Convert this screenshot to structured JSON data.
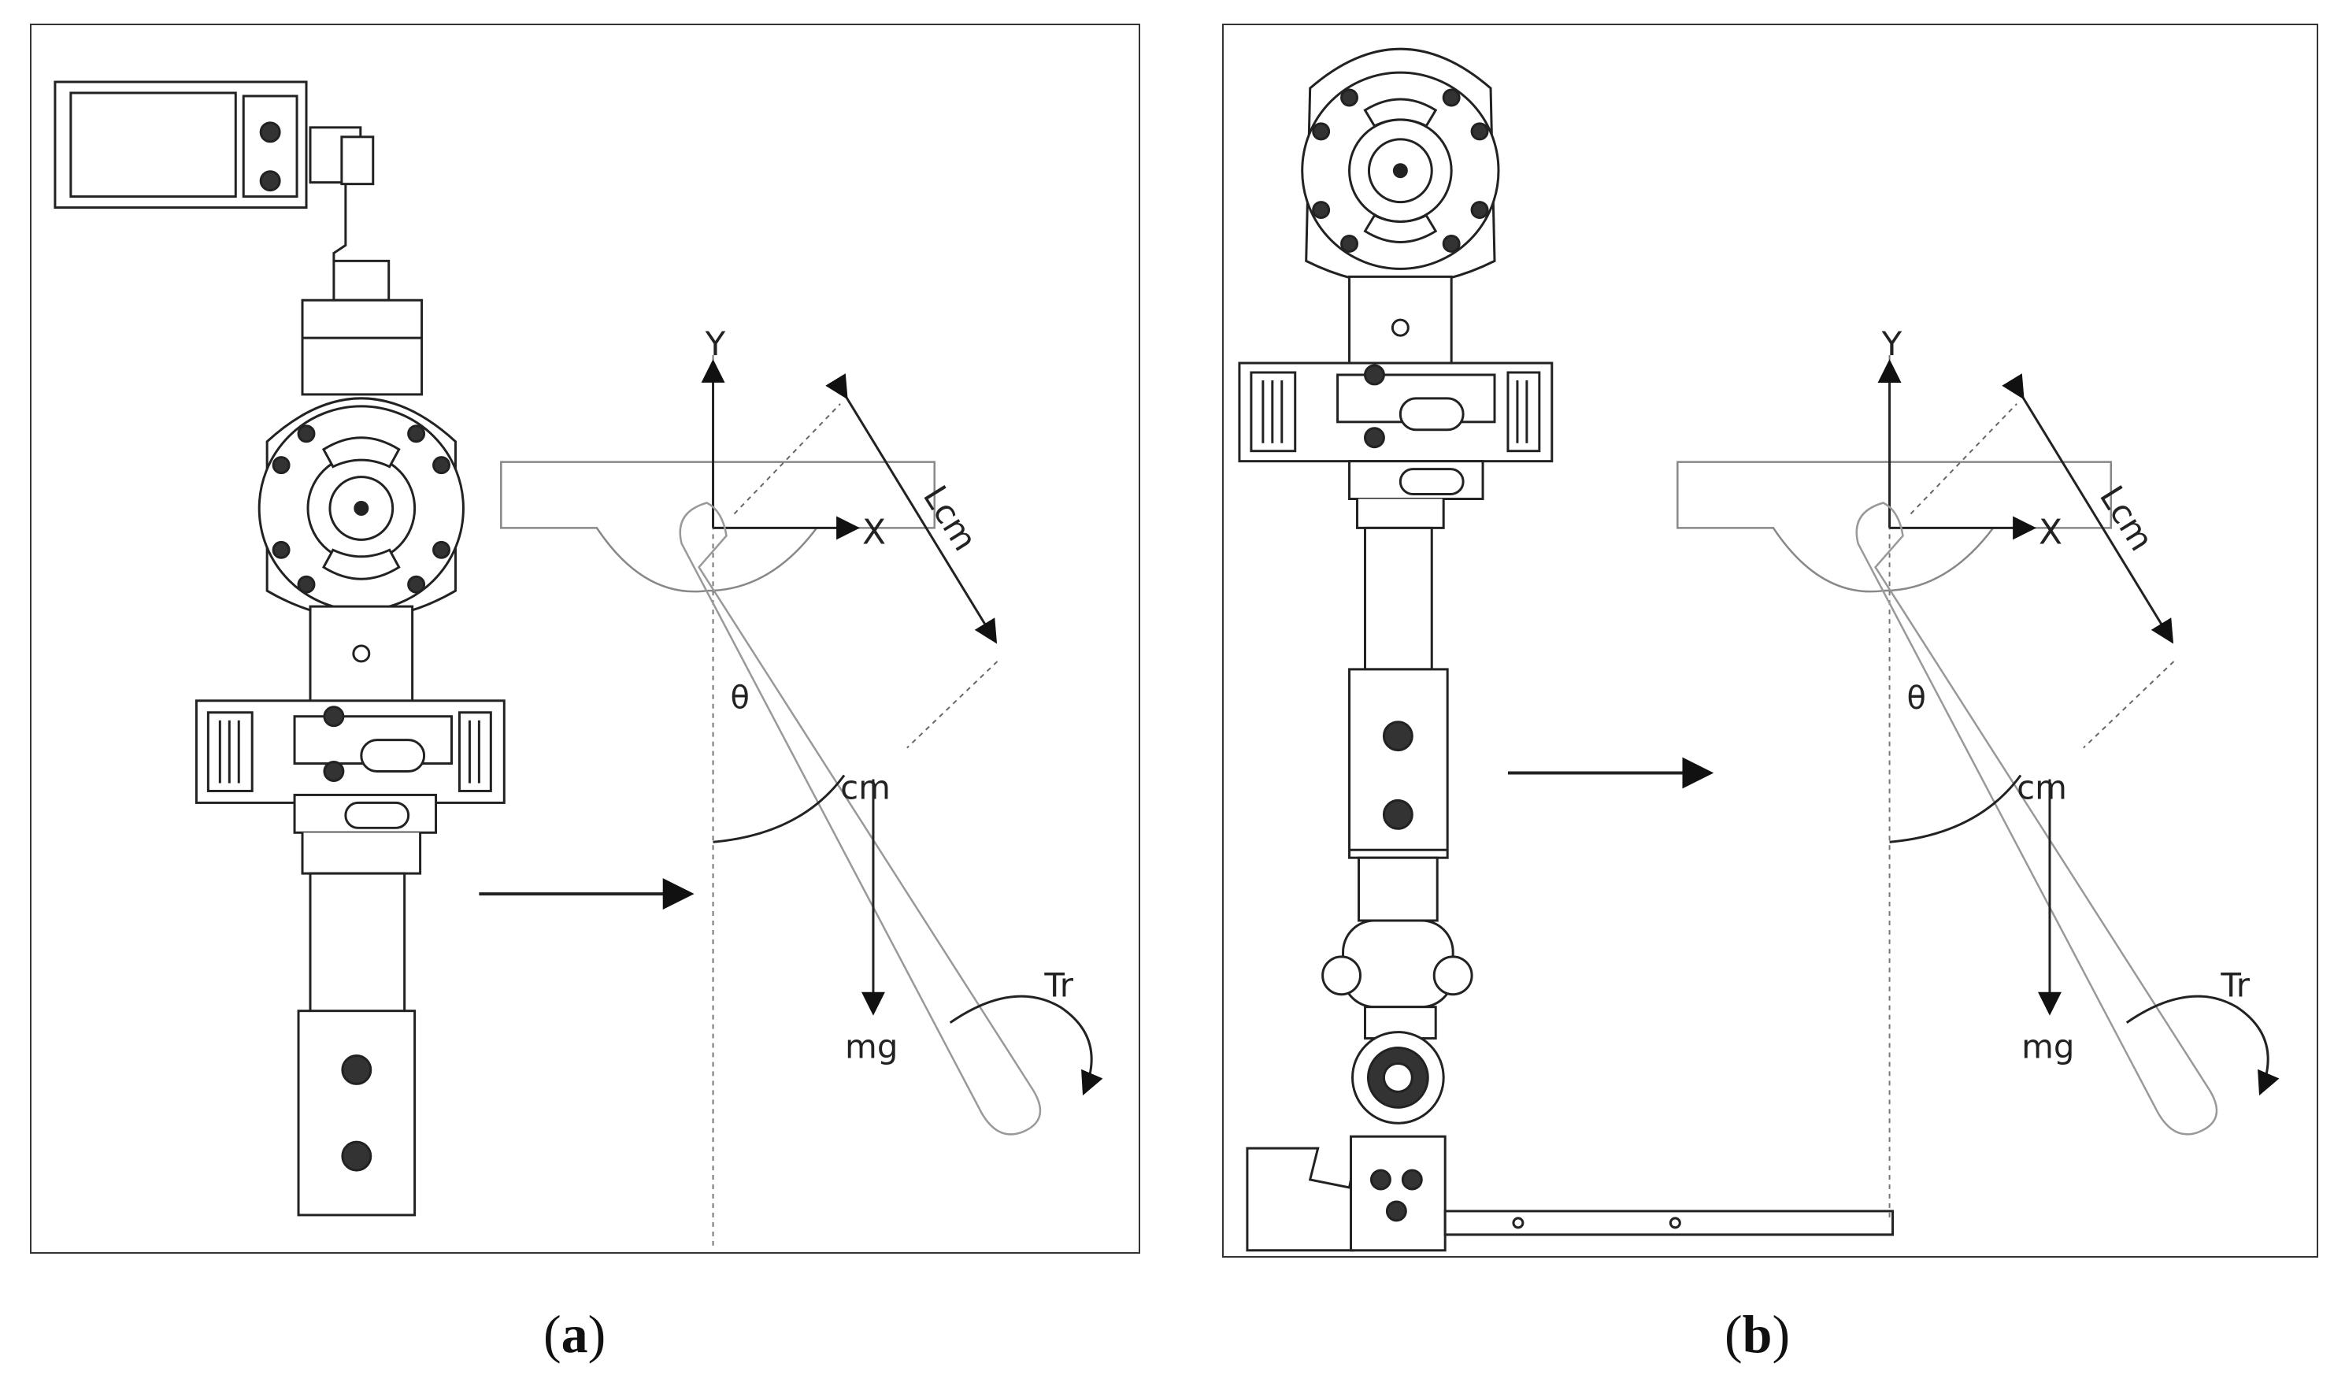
{
  "panels": [
    {
      "id": "a",
      "caption_open": "(",
      "caption_letter": "a",
      "caption_close": ")",
      "labels": {
        "y_axis": "Y",
        "x_axis": "X",
        "length": "Lcm",
        "angle": "θ",
        "center_mass": "cm",
        "weight": "mg",
        "torque": "Tr"
      }
    },
    {
      "id": "b",
      "caption_open": "(",
      "caption_letter": "b",
      "caption_close": ")",
      "labels": {
        "y_axis": "Y",
        "x_axis": "X",
        "length": "Lcm",
        "angle": "θ",
        "center_mass": "cm",
        "weight": "mg",
        "torque": "Tr"
      }
    }
  ]
}
